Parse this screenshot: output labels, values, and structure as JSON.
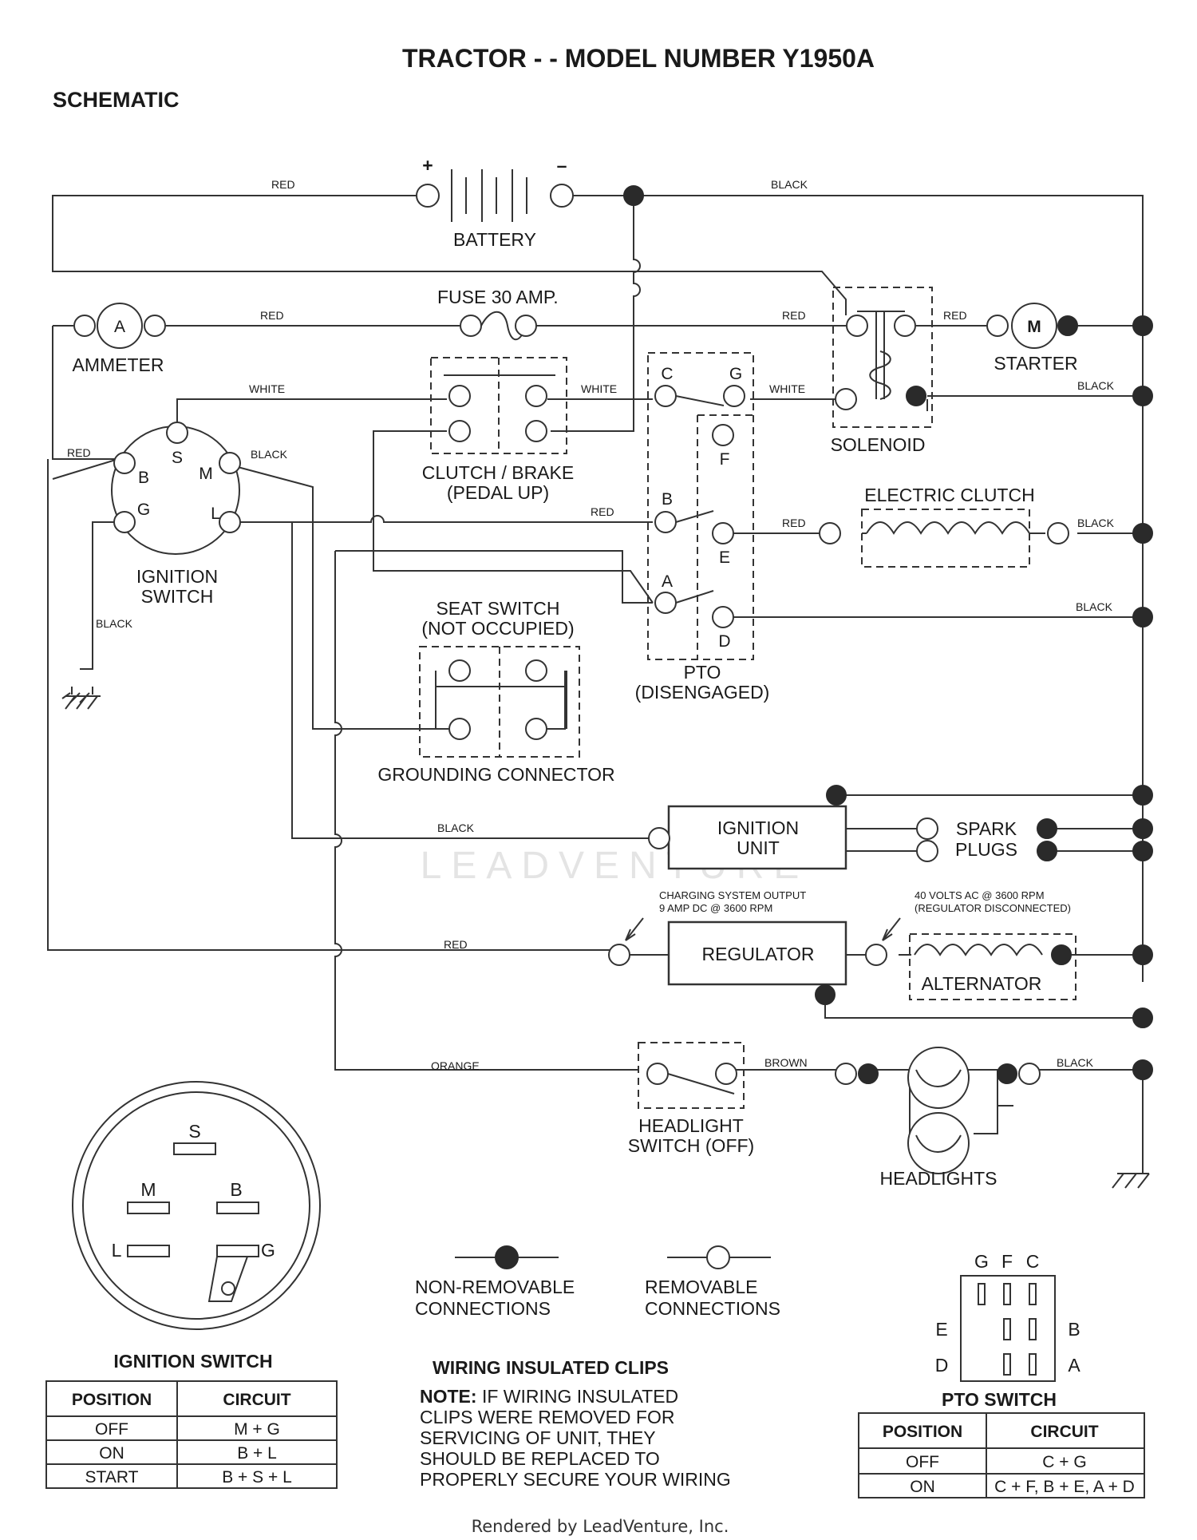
{
  "title": "TRACTOR - - MODEL NUMBER Y1950A",
  "subtitle": "SCHEMATIC",
  "watermark": "LEADVENTURE",
  "footer": "Rendered by LeadVenture, Inc.",
  "components": {
    "battery": "BATTERY",
    "battery_plus": "+",
    "battery_minus": "–",
    "fuse": "FUSE 30 AMP.",
    "ammeter": "AMMETER",
    "ammeter_symbol": "A",
    "starter": "STARTER",
    "starter_symbol": "M",
    "solenoid": "SOLENOID",
    "clutch_brake_1": "CLUTCH / BRAKE",
    "clutch_brake_2": "(PEDAL UP)",
    "electric_clutch": "ELECTRIC CLUTCH",
    "ignition_switch_1": "IGNITION",
    "ignition_switch_2": "SWITCH",
    "seat_switch_1": "SEAT SWITCH",
    "seat_switch_2": "(NOT OCCUPIED)",
    "grounding_connector": "GROUNDING CONNECTOR",
    "pto_1": "PTO",
    "pto_2": "(DISENGAGED)",
    "ignition_unit_1": "IGNITION",
    "ignition_unit_2": "UNIT",
    "spark_plugs_1": "SPARK",
    "spark_plugs_2": "PLUGS",
    "regulator": "REGULATOR",
    "alternator": "ALTERNATOR",
    "charging_note_1": "CHARGING SYSTEM OUTPUT",
    "charging_note_2": "9 AMP DC @ 3600 RPM",
    "alt_note_1": "40 VOLTS AC @ 3600 RPM",
    "alt_note_2": "(REGULATOR DISCONNECTED)",
    "headlight_switch_1": "HEADLIGHT",
    "headlight_switch_2": "SWITCH (OFF)",
    "headlights": "HEADLIGHTS"
  },
  "terminals": {
    "S": "S",
    "B": "B",
    "M": "M",
    "G": "G",
    "L": "L",
    "C": "C",
    "F": "F",
    "E": "E",
    "A": "A",
    "D": "D"
  },
  "wires": {
    "red": "RED",
    "black": "BLACK",
    "white": "WHITE",
    "orange": "ORANGE",
    "brown": "BROWN"
  },
  "legend": {
    "non_removable_1": "NON-REMOVABLE",
    "non_removable_2": "CONNECTIONS",
    "removable_1": "REMOVABLE",
    "removable_2": "CONNECTIONS"
  },
  "ignition_table": {
    "title": "IGNITION SWITCH",
    "headers": [
      "POSITION",
      "CIRCUIT"
    ],
    "rows": [
      [
        "OFF",
        "M + G"
      ],
      [
        "ON",
        "B + L"
      ],
      [
        "START",
        "B + S + L"
      ]
    ]
  },
  "pto_table": {
    "title": "PTO SWITCH",
    "headers": [
      "POSITION",
      "CIRCUIT"
    ],
    "rows": [
      [
        "OFF",
        "C + G"
      ],
      [
        "ON",
        "C + F, B + E, A + D"
      ]
    ]
  },
  "clips_note": {
    "title": "WIRING INSULATED CLIPS",
    "label": "NOTE:",
    "line1": "IF WIRING INSULATED",
    "line2": "CLIPS WERE REMOVED FOR",
    "line3": "SERVICING OF UNIT, THEY",
    "line4": "SHOULD BE REPLACED TO",
    "line5": "PROPERLY SECURE YOUR WIRING"
  }
}
